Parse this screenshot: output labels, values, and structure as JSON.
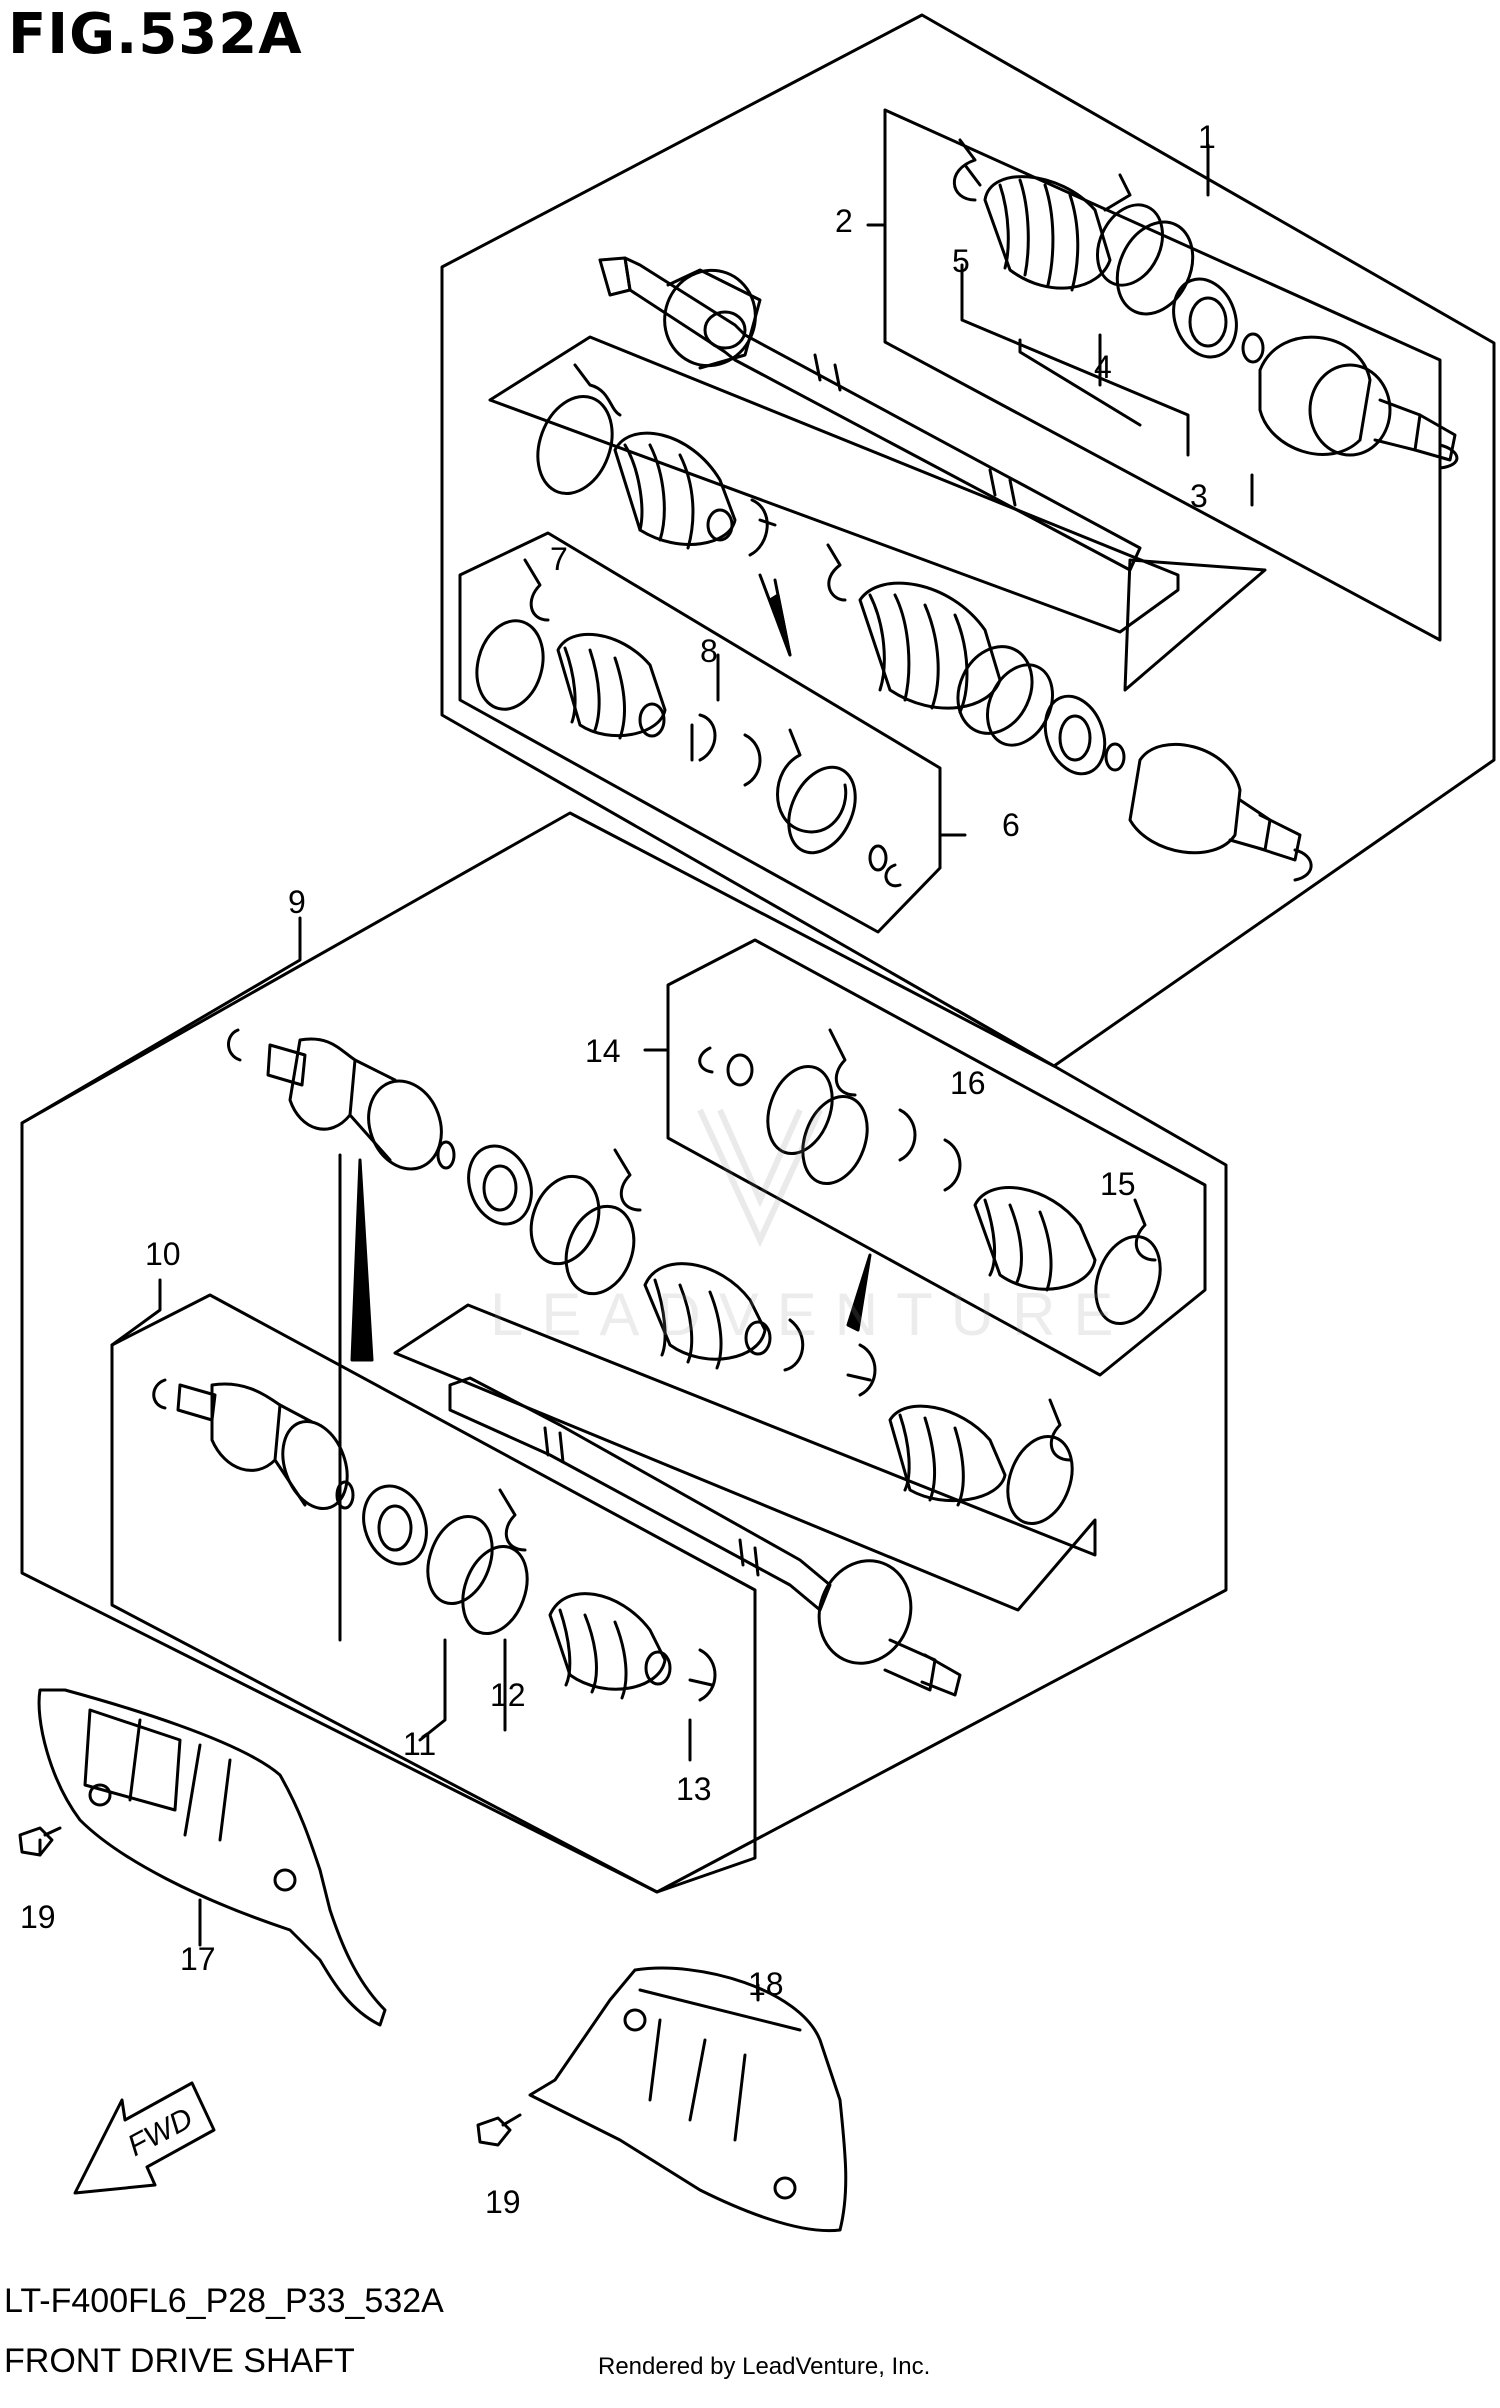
{
  "header": {
    "figure_title": "FIG.532A"
  },
  "callouts": [
    "1",
    "2",
    "3",
    "4",
    "5",
    "6",
    "7",
    "8",
    "9",
    "10",
    "11",
    "12",
    "13",
    "14",
    "15",
    "16",
    "17",
    "18",
    "19",
    "19"
  ],
  "fwd_label": "FWD",
  "watermark": "LEADVENTURE",
  "footer": {
    "model_code": "LT-F400FL6_P28_P33_532A",
    "diagram_name": "FRONT DRIVE SHAFT",
    "credit": "Rendered by LeadVenture, Inc."
  },
  "colors": {
    "line": "#000000",
    "background": "#ffffff",
    "watermark": "#d9d9d9"
  }
}
